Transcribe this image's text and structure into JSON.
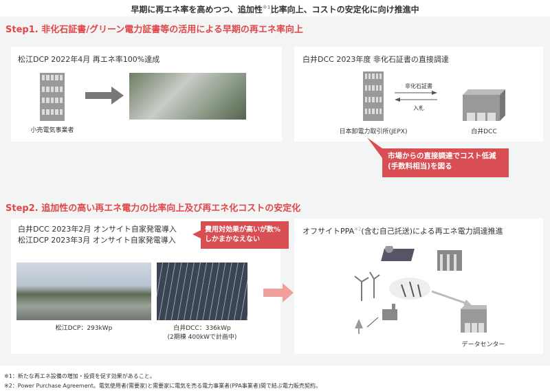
{
  "title": {
    "text": "早期に再エネ率を高めつつ、追加性",
    "sup": "※1",
    "text2": "比率向上、コストの安定化に向け推進中"
  },
  "step1": {
    "heading": "Step1. 非化石証書/グリーン電力証書等の活用による早期の再エネ率向上",
    "left": {
      "title": "松江DCP 2022年4月 再エネ率100%達成",
      "building_label": "小売電気事業者"
    },
    "right": {
      "title": "白井DCC 2023年度 非化石証書の直接調達",
      "jepx_label": "日本卸電力取引所(JEPX)",
      "dcc_label": "白井DCC",
      "arrow_top": "非化石証書",
      "arrow_bottom": "入札"
    },
    "callout": "市場からの直接調達でコスト低減(手数料相当)を図る"
  },
  "step2": {
    "heading": "Step2. 追加性の高い再エネ電力の比率向上及び再エネ化コストの安定化",
    "left": {
      "line1": "白井DCC 2023年2月 オンサイト自家発電導入",
      "line2": "松江DCP 2023年3月 オンサイト自家発電導入",
      "callout": "費用対効果が高いが数%しかまかなえない",
      "photo1_caption": "松江DCP：293kWp",
      "photo2_caption1": "白井DCC：336kWp",
      "photo2_caption2": "(2期棟 400kWで計画中)"
    },
    "right": {
      "title": "オフサイトPPA",
      "sup": "※2",
      "title2": "(含む自己託送)による再エネ電力調達推進",
      "dc_label": "データセンター"
    }
  },
  "footnotes": [
    "※1：新たな再エネ設備の増加・投資を促す効果があること。",
    "※2：Power Purchase Agreement。電気使用者(需要家)と需要家に電気を売る電力事業者(PPA事業者)間で結ぶ電力販売契約。"
  ],
  "colors": {
    "accent": "#e0464a",
    "callout": "#d94e52",
    "bg": "#f3f5f4"
  }
}
